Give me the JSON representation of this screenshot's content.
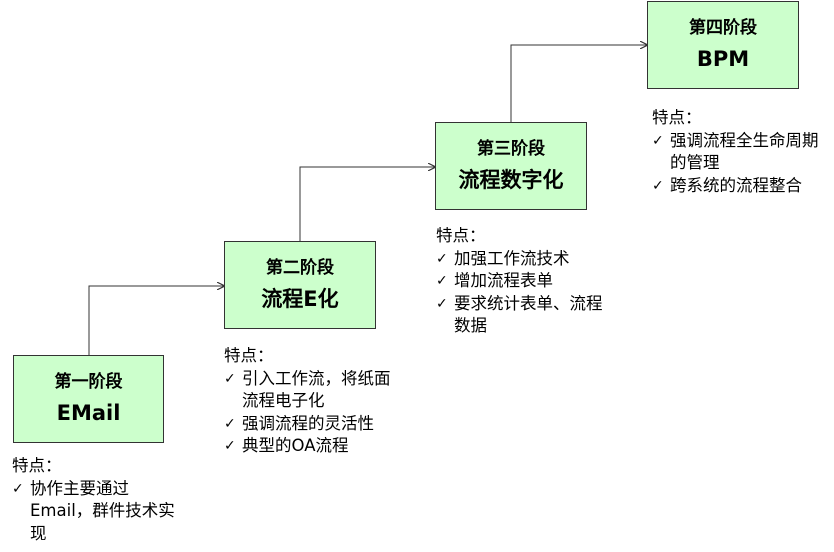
{
  "stages": [
    {
      "label": "第一阶段",
      "name": "EMail",
      "features_heading": "特点：",
      "features": [
        "协作主要通过Email，群件技术实现"
      ]
    },
    {
      "label": "第二阶段",
      "name": "流程E化",
      "features_heading": "特点：",
      "features": [
        "引入工作流，将纸面流程电子化",
        "强调流程的灵活性",
        "典型的OA流程"
      ]
    },
    {
      "label": "第三阶段",
      "name": "流程数字化",
      "features_heading": "特点：",
      "features": [
        "加强工作流技术",
        "增加流程表单",
        "要求统计表单、流程数据"
      ]
    },
    {
      "label": "第四阶段",
      "name": "BPM",
      "features_heading": "特点：",
      "features": [
        "强调流程全生命周期的管理",
        "跨系统的流程整合"
      ]
    }
  ],
  "colors": {
    "box_fill": "#ccffcc",
    "box_border": "#333333",
    "connector": "#333333"
  }
}
